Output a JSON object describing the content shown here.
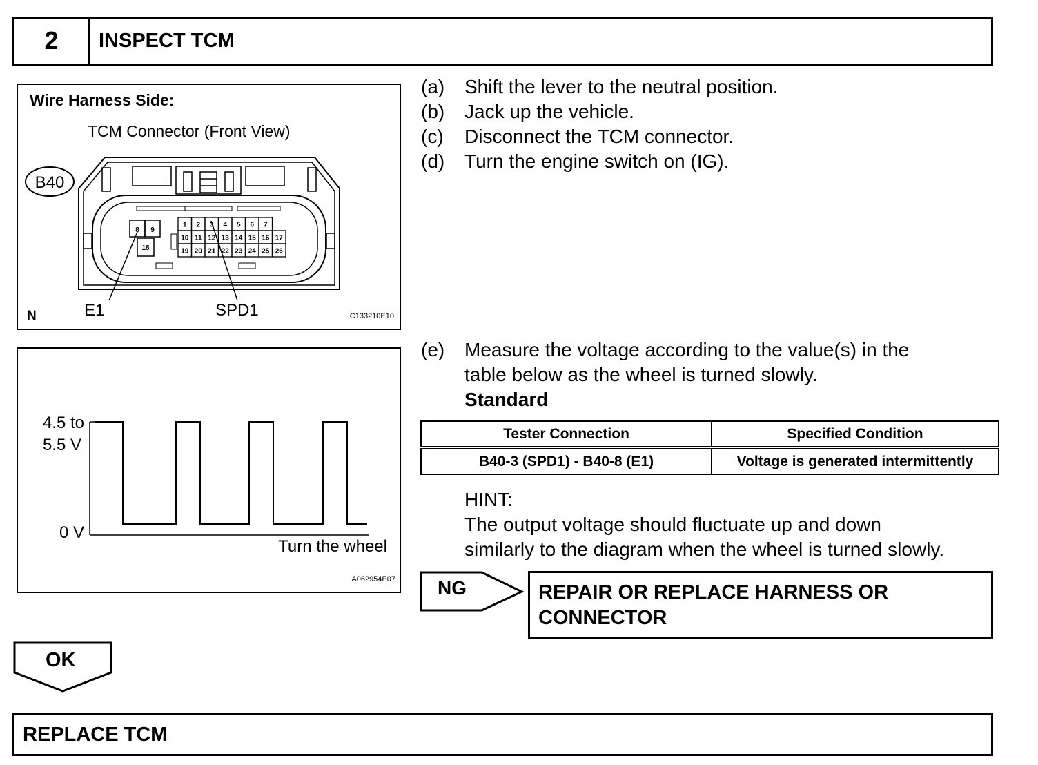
{
  "header": {
    "step_number": "2",
    "title": "INSPECT TCM"
  },
  "connector_figure": {
    "side_label": "Wire Harness Side:",
    "connector_title": "TCM Connector (Front View)",
    "connector_id": "B40",
    "pin_rows": [
      [
        "1",
        "2",
        "3",
        "4",
        "5",
        "6",
        "7"
      ],
      [
        "10",
        "11",
        "12",
        "13",
        "14",
        "15",
        "16",
        "17"
      ],
      [
        "19",
        "20",
        "21",
        "22",
        "23",
        "24",
        "25",
        "26"
      ]
    ],
    "left_pins_top": [
      "8",
      "9"
    ],
    "left_pin_bottom": "18",
    "callout_e1": "E1",
    "callout_spd1": "SPD1",
    "orientation_mark": "N",
    "figure_code": "C133210E10"
  },
  "waveform_figure": {
    "high_label_line1": "4.5 to",
    "high_label_line2": "5.5 V",
    "low_label": "0 V",
    "x_label": "Turn the wheel",
    "figure_code": "A062954E07"
  },
  "steps": [
    {
      "letter": "(a)",
      "text": "Shift the lever to the neutral position."
    },
    {
      "letter": "(b)",
      "text": "Jack up the vehicle."
    },
    {
      "letter": "(c)",
      "text": "Disconnect the TCM connector."
    },
    {
      "letter": "(d)",
      "text": "Turn the engine switch on (IG)."
    }
  ],
  "step_e": {
    "letter": "(e)",
    "line1": "Measure the voltage according to the value(s) in the",
    "line2": "table below as the wheel is turned slowly.",
    "standard": "Standard"
  },
  "table": {
    "headers": [
      "Tester Connection",
      "Specified Condition"
    ],
    "rows": [
      [
        "B40-3 (SPD1) - B40-8 (E1)",
        "Voltage is generated intermittently"
      ]
    ]
  },
  "hint": {
    "title": "HINT:",
    "line1": "The output voltage should fluctuate up and down",
    "line2": "similarly to the diagram when the wheel is turned slowly."
  },
  "ng": {
    "label": "NG",
    "result_line1": "REPAIR OR REPLACE HARNESS OR",
    "result_line2": "CONNECTOR"
  },
  "ok": {
    "label": "OK"
  },
  "final": {
    "text": "REPLACE TCM"
  }
}
